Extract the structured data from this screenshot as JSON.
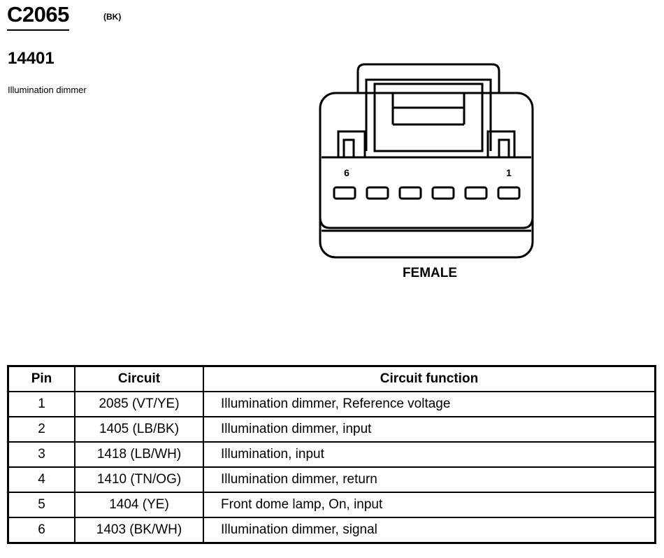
{
  "header": {
    "connector_id": "C2065",
    "connector_color": "(BK)",
    "part_number": "14401",
    "part_description": "Illumination dimmer"
  },
  "diagram": {
    "pin_label_left": "6",
    "pin_label_right": "1",
    "gender": "FEMALE",
    "pin_count": 6
  },
  "table": {
    "headers": {
      "pin": "Pin",
      "circuit": "Circuit",
      "function": "Circuit function"
    },
    "rows": [
      {
        "pin": "1",
        "circuit": "2085 (VT/YE)",
        "function": "Illumination dimmer, Reference voltage"
      },
      {
        "pin": "2",
        "circuit": "1405 (LB/BK)",
        "function": "Illumination dimmer, input"
      },
      {
        "pin": "3",
        "circuit": "1418 (LB/WH)",
        "function": "Illumination, input"
      },
      {
        "pin": "4",
        "circuit": "1410 (TN/OG)",
        "function": "Illumination dimmer, return"
      },
      {
        "pin": "5",
        "circuit": "1404 (YE)",
        "function": "Front dome lamp, On, input"
      },
      {
        "pin": "6",
        "circuit": "1403 (BK/WH)",
        "function": "Illumination dimmer, signal"
      }
    ]
  }
}
